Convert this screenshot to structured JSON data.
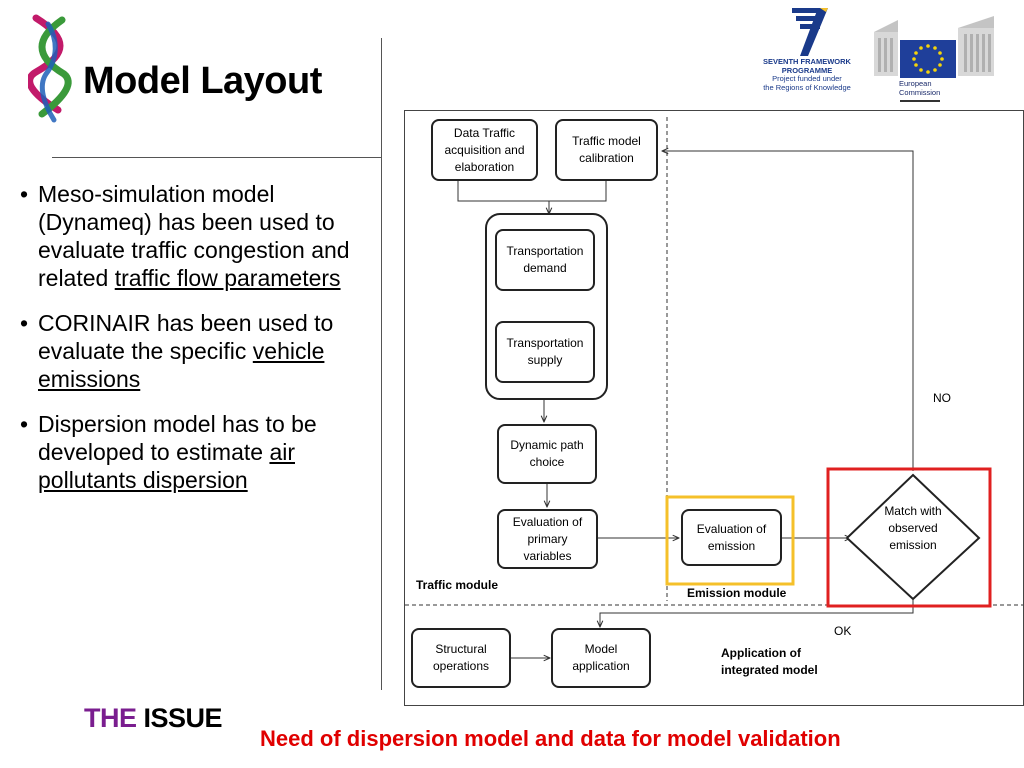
{
  "slide": {
    "title": "Model Layout",
    "bullets": [
      {
        "text": "Meso-simulation model (Dynameq) has been used to evaluate traffic congestion and related ",
        "underlined": "traffic flow parameters"
      },
      {
        "text": "CORINAIR has been used to evaluate the specific ",
        "underlined": "vehicle emissions"
      },
      {
        "text": "Dispersion  model has to be developed to estimate ",
        "underlined": "air pollutants dispersion"
      }
    ],
    "bullet_glyph": "•",
    "issue": {
      "word1": "THE",
      "word2": "ISSUE"
    },
    "issue_note": "Need of dispersion model and data for model validation"
  },
  "logos": {
    "fp7": {
      "line1": "SEVENTH FRAMEWORK",
      "line2": "PROGRAMME",
      "line3": "Project funded under",
      "line4": "the Regions of Knowledge"
    },
    "ec": {
      "line1": "European",
      "line2": "Commission"
    }
  },
  "diagram": {
    "boxes": {
      "data_traffic": "Data Traffic acquisition and elaboration",
      "calibration": "Traffic model calibration",
      "demand": "Transportation demand",
      "supply": "Transportation supply",
      "path_choice": "Dynamic path choice",
      "primary_vars": "Evaluation of primary variables",
      "eval_emission": "Evaluation of emission",
      "match": "Match with observed emission",
      "structural": "Structural operations",
      "model_app": "Model application"
    },
    "labels": {
      "traffic_module": "Traffic module",
      "emission_module": "Emission module",
      "application": "Application of integrated model",
      "no": "NO",
      "ok": "OK"
    }
  },
  "colors": {
    "issue_purple": "#7a1d8f",
    "note_red": "#e00000",
    "highlight_yellow": "#f5c02a",
    "highlight_red": "#e02020",
    "fp7_blue": "#1a3a8a",
    "eu_blue": "#1f3f9a"
  }
}
